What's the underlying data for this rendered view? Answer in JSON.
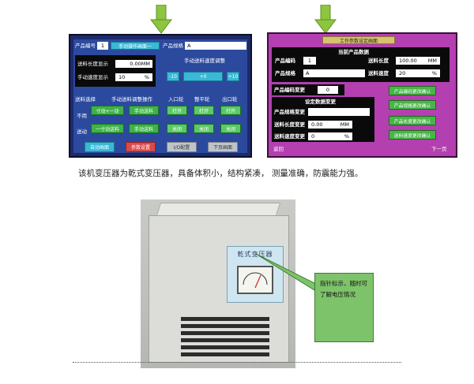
{
  "screen1": {
    "product_no_label": "产品编号",
    "product_no_value": "1",
    "manual_btn": "手动操作画面一",
    "spec_label": "产品规格",
    "spec_value": "A",
    "feed_length_label": "送料长度显示",
    "feed_length_value": "0.00MM",
    "manual_speed_label": "手动速度显示",
    "manual_speed_value": "10",
    "manual_speed_unit": "%",
    "speed_adjust_label": "手动送料速度调整",
    "speed_minus": "-10",
    "speed_mid": "+0",
    "speed_plus": "+10",
    "feed_select_label": "送料选择",
    "manual_feed_op_label": "手动送料调整操作",
    "inlet_label": "入口轮",
    "flat_label": "整平轮",
    "outlet_label": "出口轮",
    "row_label_1": "不用",
    "row_label_2": "送动",
    "btn_forward": "寸动+一动",
    "btn_manual_feed": "手动送料",
    "btn_open1": "打开",
    "btn_open2": "打开",
    "btn_open3": "打开",
    "btn_backward": "一寸动送料",
    "btn_manual_feed2": "手动送料",
    "btn_close1": "关闭",
    "btn_close2": "关闭",
    "btn_close3": "关闭",
    "bottom_auto": "自动画面",
    "bottom_param": "参数设置",
    "bottom_io": "I/O配置",
    "bottom_next": "下页画面"
  },
  "screen2": {
    "title": "工作参数设定画面",
    "current_data_label": "当前产品数据",
    "product_no_label": "产品编码",
    "product_no_value": "1",
    "feed_length_label": "送料长度",
    "feed_length_value": "100.00",
    "feed_length_unit": "MM",
    "spec_label": "产品规格",
    "spec_value": "A",
    "feed_speed_label": "送料速度",
    "feed_speed_value": "20",
    "feed_speed_unit": "%",
    "change_no_label": "产品编码变更",
    "change_no_value": "0",
    "btn_confirm_no": "产品编码更改确认",
    "set_change_label": "设定数据变更",
    "spec_change_label": "产品规格变更",
    "btn_confirm_spec": "产品规格更改确认",
    "length_change_label": "送料长度变更",
    "length_change_value": "0.00",
    "length_change_unit": "MM",
    "btn_confirm_length": "产品长度更改确认",
    "speed_change_label": "送料速度变更",
    "speed_change_value": "0",
    "speed_change_unit": "%",
    "btn_confirm_speed": "送料速度更改确认",
    "back": "返回",
    "next": "下一页"
  },
  "caption": "该机变压器为乾式变压器，具备体积小，结构紧凑， 测量准确，防震能力强。",
  "photo": {
    "plate_title": "乾式变压器"
  },
  "callout": {
    "line1": "指针标示，随时可",
    "line2": "了解电压情况"
  },
  "colors": {
    "arrow": "#8cc63f",
    "screen1_bg": "#2b4a9e",
    "screen2_bg": "#b33fb0",
    "button_green": "#3fb24a",
    "callout_bg": "#7dc36a"
  }
}
